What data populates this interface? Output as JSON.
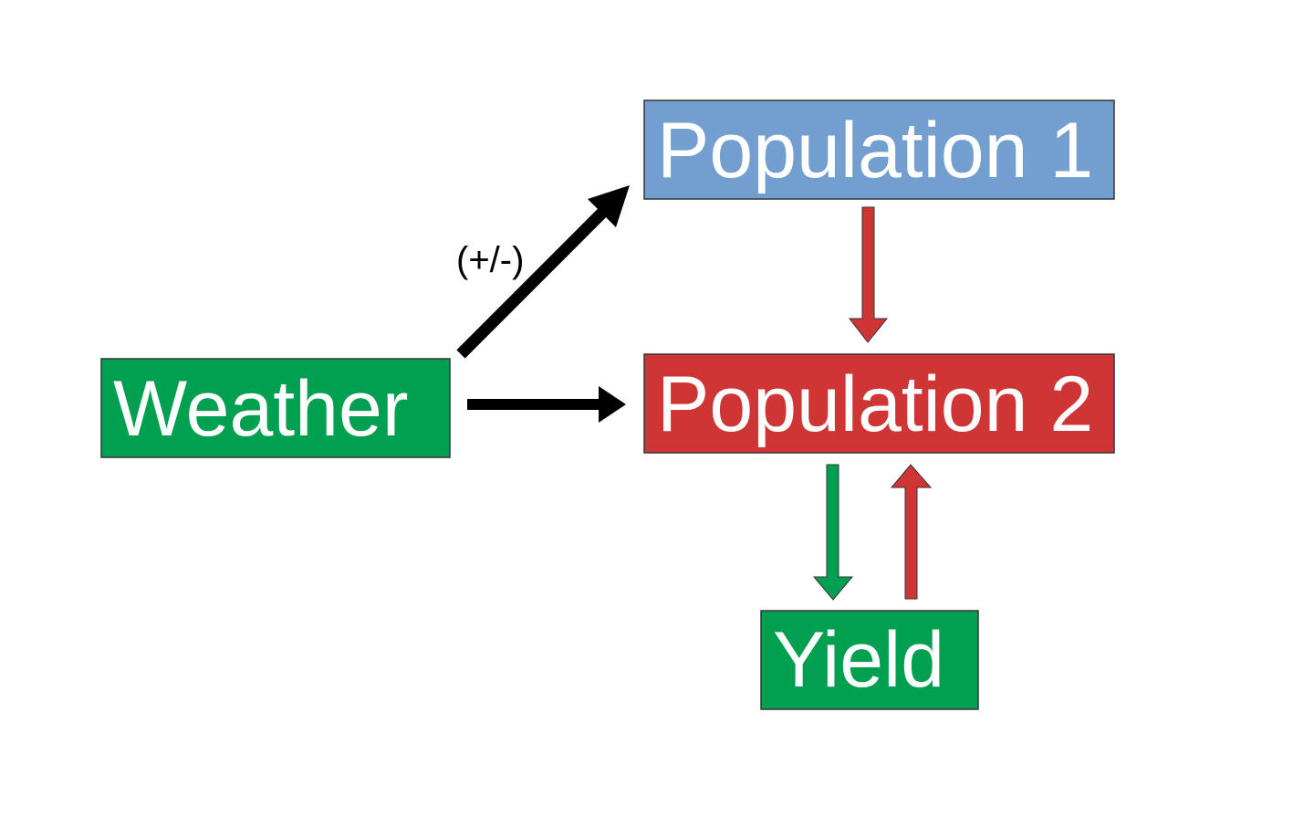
{
  "colors": {
    "green": "#00a050",
    "blue": "#729fcf",
    "red": "#cf3535",
    "black": "#000000",
    "border": "#333333"
  },
  "nodes": {
    "weather": {
      "label": "Weather",
      "color": "#00a050"
    },
    "population1": {
      "label": "Population 1",
      "color": "#729fcf"
    },
    "population2": {
      "label": "Population 2",
      "color": "#cf3535"
    },
    "yield": {
      "label": "Yield",
      "color": "#00a050"
    }
  },
  "edges": {
    "weather_to_population1": {
      "label": "(+/-)",
      "color": "#000000"
    },
    "weather_to_population2": {
      "color": "#000000"
    },
    "population1_to_population2": {
      "color": "#cf3535"
    },
    "population2_to_yield": {
      "color": "#00a050"
    },
    "yield_to_population2": {
      "color": "#cf3535"
    }
  }
}
